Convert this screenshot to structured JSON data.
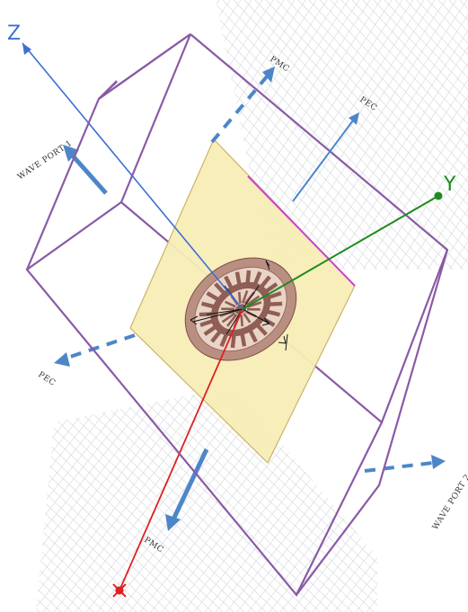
{
  "axes": {
    "z": {
      "label": "Z",
      "color": "#3c6fd4"
    },
    "y": {
      "label": "Y",
      "color": "#1e8a1e"
    },
    "x": {
      "label": "",
      "color": "#e02020"
    }
  },
  "boundary_labels": {
    "wave_port_1": "WAVE PORT 1",
    "wave_port_2": "WAVE PORT 2",
    "pmc_top": "PMC",
    "pmc_bottom": "PMC",
    "pec_top": "PEC",
    "pec_left": "PEC"
  },
  "colors": {
    "box": "#8a5aa6",
    "substrate_fill": "#f7eeb7",
    "substrate_stroke": "#c8b060",
    "ring_outer": "#b98f82",
    "ring_light": "#e9d4c6",
    "ring_dark": "#8f5e55",
    "mesh": "#c9ccd3",
    "arrow": "#4d86c8",
    "highlight": "#d040d0"
  },
  "icons": [
    "coordinate-axes",
    "boundary-arrow-dashed",
    "boundary-arrow-solid",
    "unit-cell-resonator"
  ]
}
